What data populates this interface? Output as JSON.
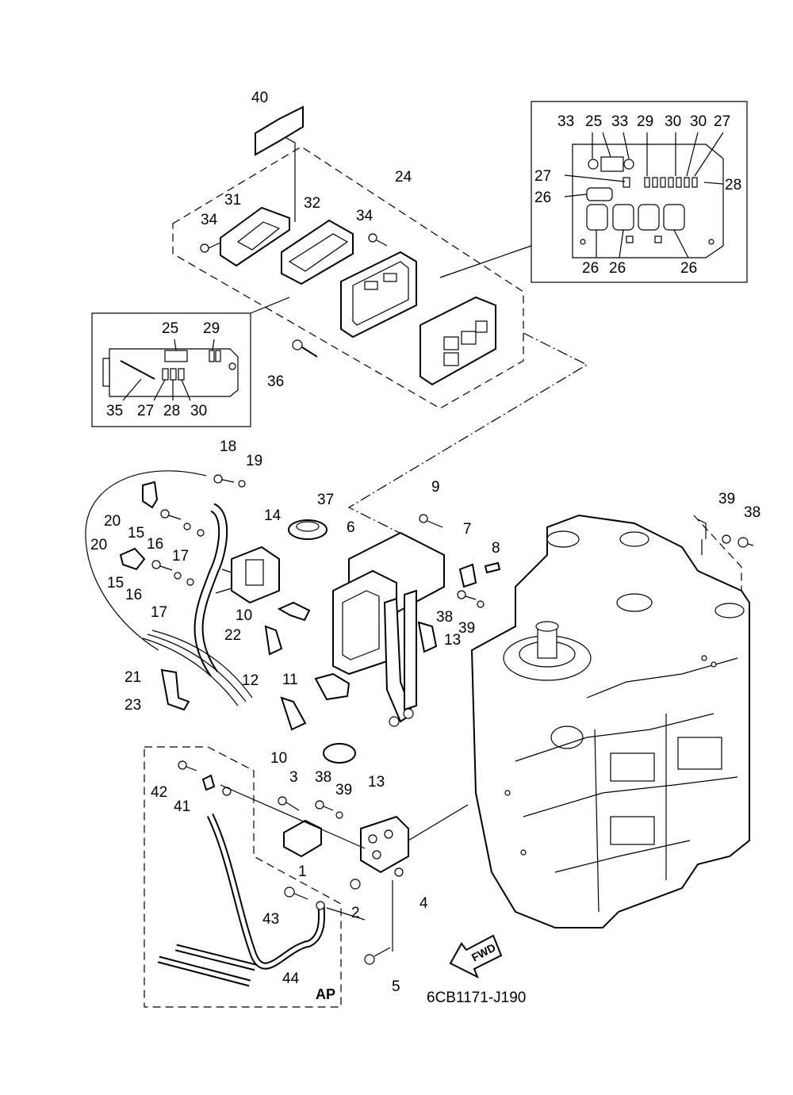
{
  "diagram": {
    "drawing_code": "6CB1171-J190",
    "ap_label": "AP",
    "fwd_label": "FWD"
  },
  "labels": {
    "n40": "40",
    "n24": "24",
    "n31": "31",
    "n32": "32",
    "n34a": "34",
    "n34b": "34",
    "n36": "36",
    "d1_33a": "33",
    "d1_25": "25",
    "d1_33b": "33",
    "d1_29": "29",
    "d1_30a": "30",
    "d1_30b": "30",
    "d1_27a": "27",
    "d1_27b": "27",
    "d1_28": "28",
    "d1_26a": "26",
    "d1_26b": "26",
    "d1_26c": "26",
    "d1_26d": "26",
    "d2_25": "25",
    "d2_29": "29",
    "d2_35": "35",
    "d2_27": "27",
    "d2_28": "28",
    "d2_30": "30",
    "n18": "18",
    "n19": "19",
    "n20a": "20",
    "n15a": "15",
    "n16a": "16",
    "n17a": "17",
    "n20b": "20",
    "n15b": "15",
    "n16b": "16",
    "n17b": "17",
    "n14": "14",
    "n37": "37",
    "n6": "6",
    "n9": "9",
    "n7": "7",
    "n8": "8",
    "n38a": "38",
    "n39a": "39",
    "n39b": "39",
    "n38b": "38",
    "n10a": "10",
    "n12": "12",
    "n13a": "13",
    "n11": "11",
    "n10b": "10",
    "n13b": "13",
    "n22": "22",
    "n21": "21",
    "n23": "23",
    "n42": "42",
    "n41": "41",
    "n3": "3",
    "n38c": "38",
    "n39c": "39",
    "n1": "1",
    "n2": "2",
    "n4": "4",
    "n43": "43",
    "n44": "44",
    "n5": "5"
  }
}
